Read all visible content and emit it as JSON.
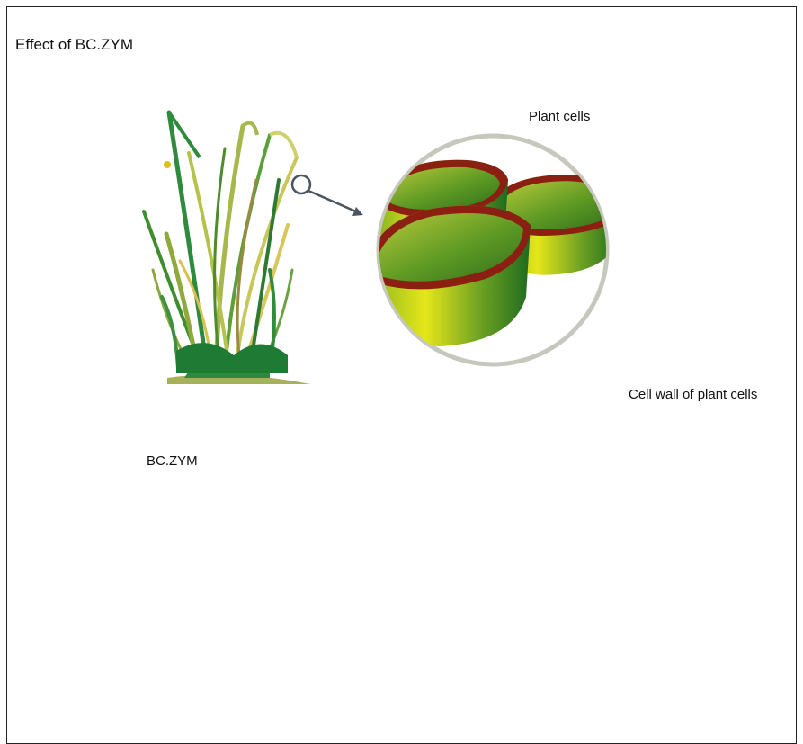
{
  "diagram": {
    "title": "Effect of BC.ZYM",
    "labels": {
      "plant_cells": "Plant cells",
      "cell_wall": "Cell wall of plant cells",
      "enzyme": "BC.ZYM"
    }
  },
  "colors": {
    "frame": "#222222",
    "circle_border": "#c5c8bd",
    "arrow": "#4a5560",
    "cell_green": "#6a9c1e",
    "cell_yellow": "#d8dc14",
    "cell_wall_red": "#8a1f12",
    "fiber_brown": "#7a2a10",
    "fiber_end": "#c9a85a",
    "microfibril_orange": "#ff6a2a",
    "microfibril_green": "#a8cc30",
    "enzyme_orange": "#f06a10",
    "background_tan": "#f2d9a8"
  }
}
